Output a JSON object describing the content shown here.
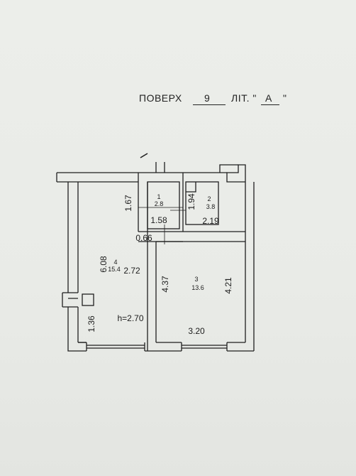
{
  "header": {
    "floor_label": "ПОВЕРХ",
    "floor_value": "9",
    "lit_label": "ЛІТ. \"",
    "lit_value": "А",
    "lit_close": "\""
  },
  "rooms": [
    {
      "id": "1",
      "number": "1",
      "area": "2.8"
    },
    {
      "id": "2",
      "number": "2",
      "area": "3.8"
    },
    {
      "id": "3",
      "number": "3",
      "area": "13.6"
    },
    {
      "id": "4",
      "number": "4",
      "area": "15.4"
    }
  ],
  "dimensions": {
    "room1_height": "1.67",
    "room1_width": "1.58",
    "room2_height": "1.94",
    "room2_width": "2.19",
    "doorway": "0.66",
    "room4_length": "6.08",
    "room4_width": "2.72",
    "room4_lower": "1.36",
    "ceiling_height": "h=2.70",
    "room3_left": "4.37",
    "room3_right": "4.21",
    "room3_width": "3.20"
  },
  "colors": {
    "paper": "#ebedea",
    "ink": "#1d1d1d"
  }
}
